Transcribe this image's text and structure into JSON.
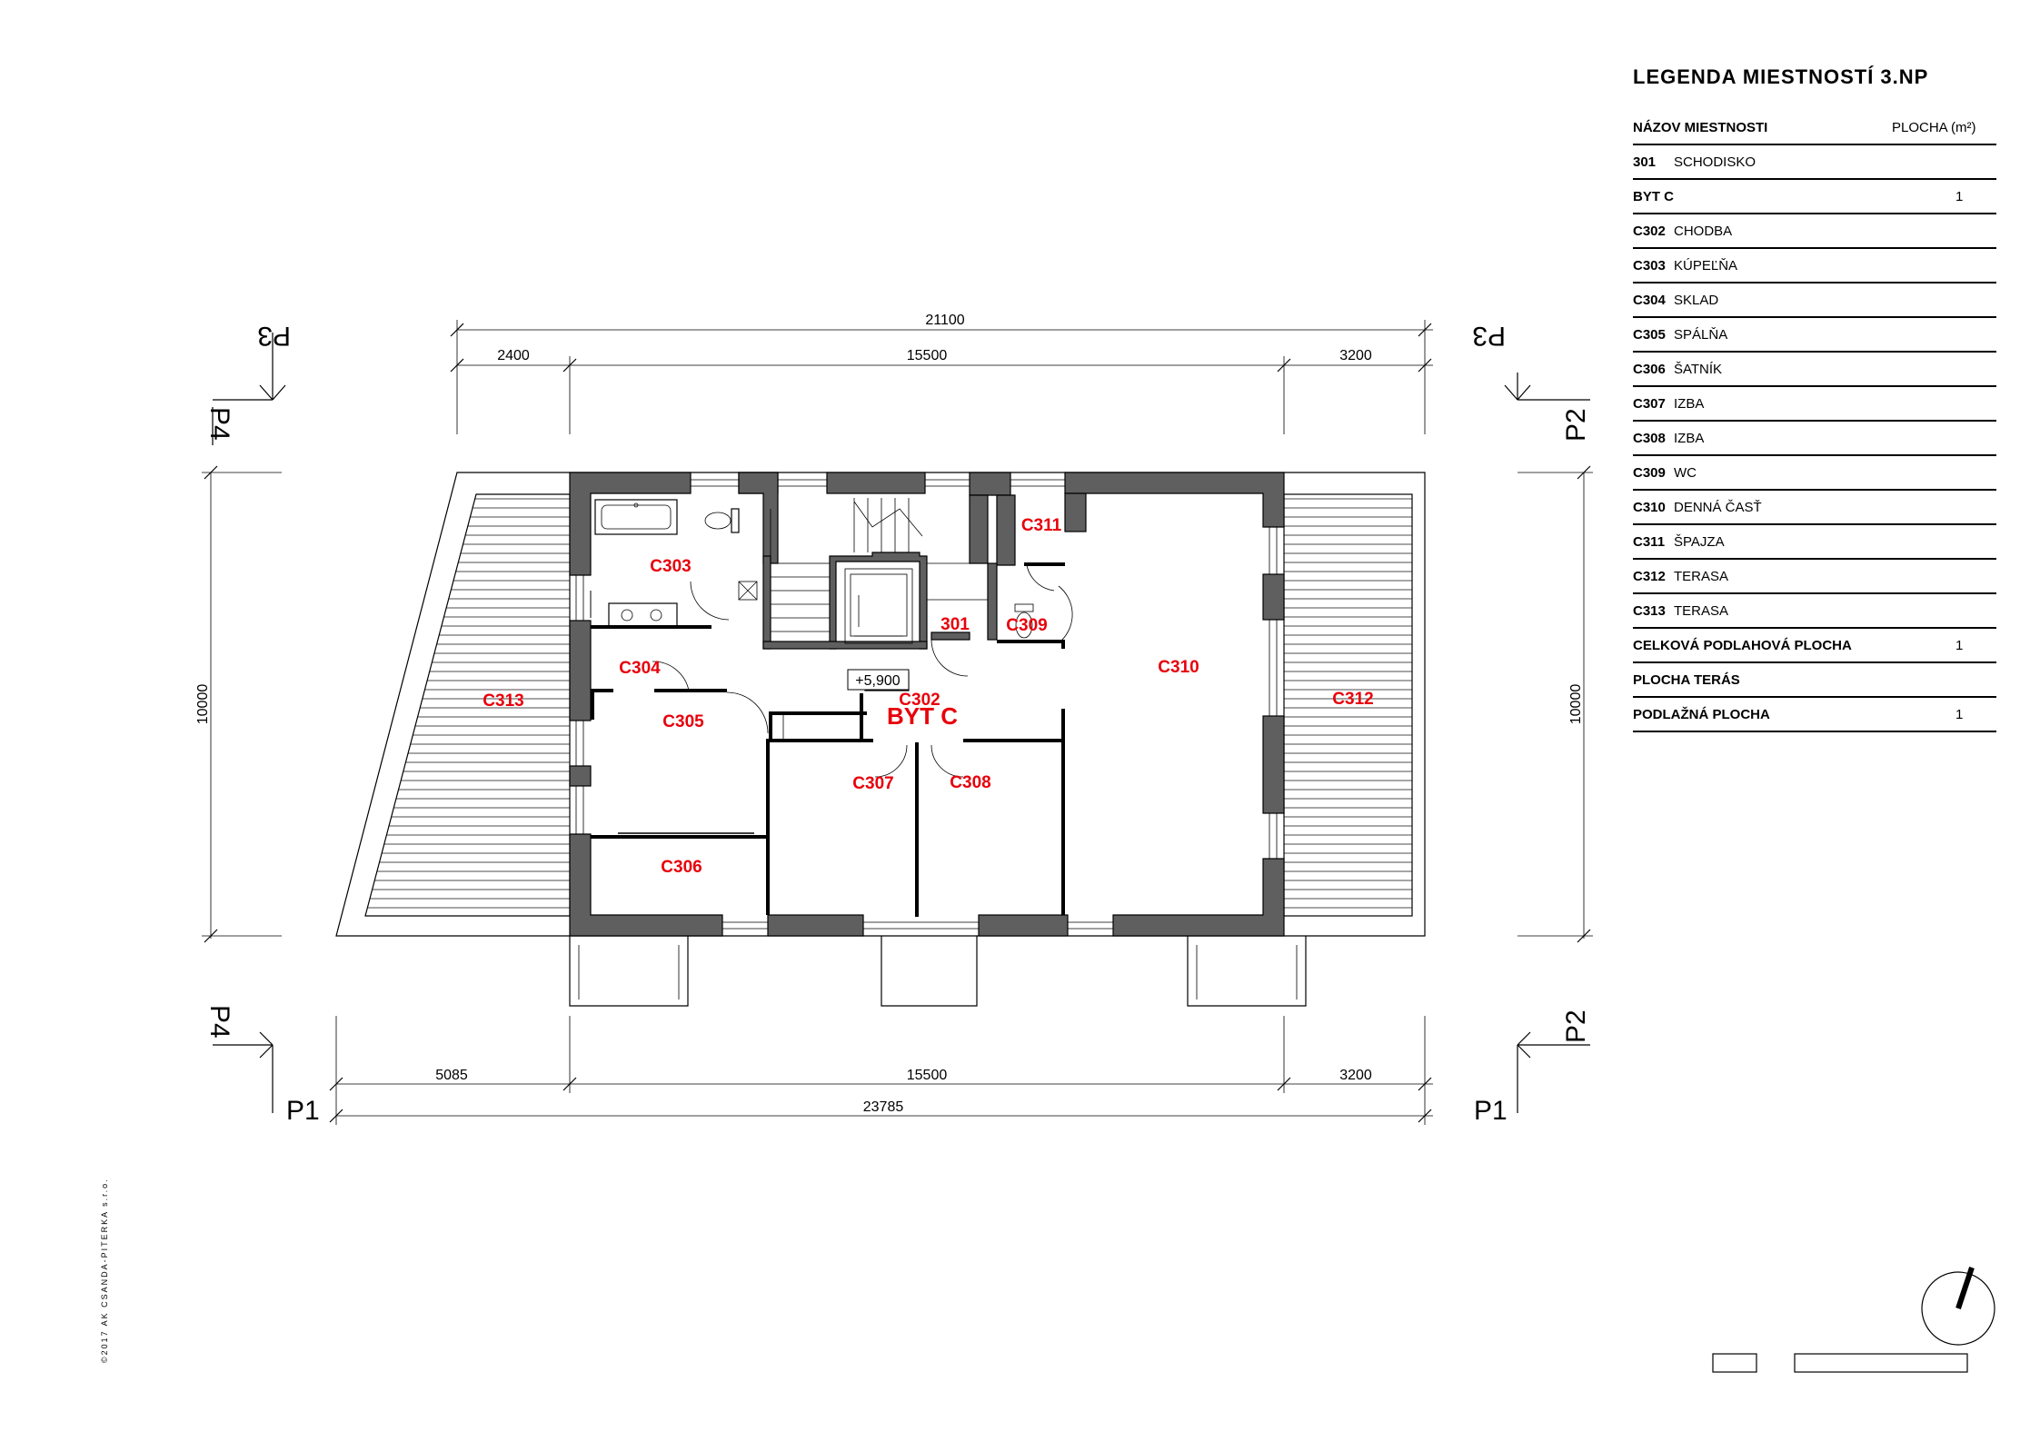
{
  "legend": {
    "title": "LEGENDA MIESTNOSTÍ 3.NP",
    "header": {
      "name": "NÁZOV MIESTNOSTI",
      "area": "PLOCHA (m²)"
    },
    "rows": [
      {
        "code": "301",
        "name": "SCHODISKO",
        "area": ""
      },
      {
        "code": "BYT C",
        "name": "",
        "area": "1"
      },
      {
        "code": "C302",
        "name": "CHODBA",
        "area": ""
      },
      {
        "code": "C303",
        "name": "KÚPEĽŇA",
        "area": ""
      },
      {
        "code": "C304",
        "name": "SKLAD",
        "area": ""
      },
      {
        "code": "C305",
        "name": "SPÁLŇA",
        "area": ""
      },
      {
        "code": "C306",
        "name": "ŠATNÍK",
        "area": ""
      },
      {
        "code": "C307",
        "name": "IZBA",
        "area": ""
      },
      {
        "code": "C308",
        "name": "IZBA",
        "area": ""
      },
      {
        "code": "C309",
        "name": "WC",
        "area": ""
      },
      {
        "code": "C310",
        "name": "DENNÁ ČASŤ",
        "area": ""
      },
      {
        "code": "C311",
        "name": "ŠPAJZA",
        "area": ""
      },
      {
        "code": "C312",
        "name": "TERASA",
        "area": ""
      },
      {
        "code": "C313",
        "name": "TERASA",
        "area": ""
      },
      {
        "code": "CELKOVÁ PODLAHOVÁ PLOCHA",
        "name": "",
        "area": "1"
      },
      {
        "code": "PLOCHA TERÁS",
        "name": "",
        "area": ""
      },
      {
        "code": "PODLAŽNÁ PLOCHA",
        "name": "",
        "area": "1"
      }
    ]
  },
  "dimensions": {
    "top_total": "21100",
    "top_left": "2400",
    "top_mid": "15500",
    "top_right": "3200",
    "bottom_left": "5085",
    "bottom_mid": "15500",
    "bottom_right": "3200",
    "bottom_total": "23785",
    "side_left": "10000",
    "side_right": "10000"
  },
  "axes": {
    "p1_left": "P1",
    "p1_right": "P1",
    "p2_top": "P2",
    "p2_bottom": "P2",
    "p3_left": "P3",
    "p3_right": "P3",
    "p4_top": "P4",
    "p4_bottom": "P4"
  },
  "rooms": {
    "c303": "C303",
    "c304": "C304",
    "c305": "C305",
    "c306": "C306",
    "c307": "C307",
    "c308": "C308",
    "c309": "C309",
    "c310": "C310",
    "c311": "C311",
    "c312": "C312",
    "c313": "C313",
    "c302": "C302",
    "r301": "301",
    "unit": "BYT C"
  },
  "level_mark": "+5,900",
  "credit": "©2017 AK CSANDA-PITERKA s.r.o."
}
